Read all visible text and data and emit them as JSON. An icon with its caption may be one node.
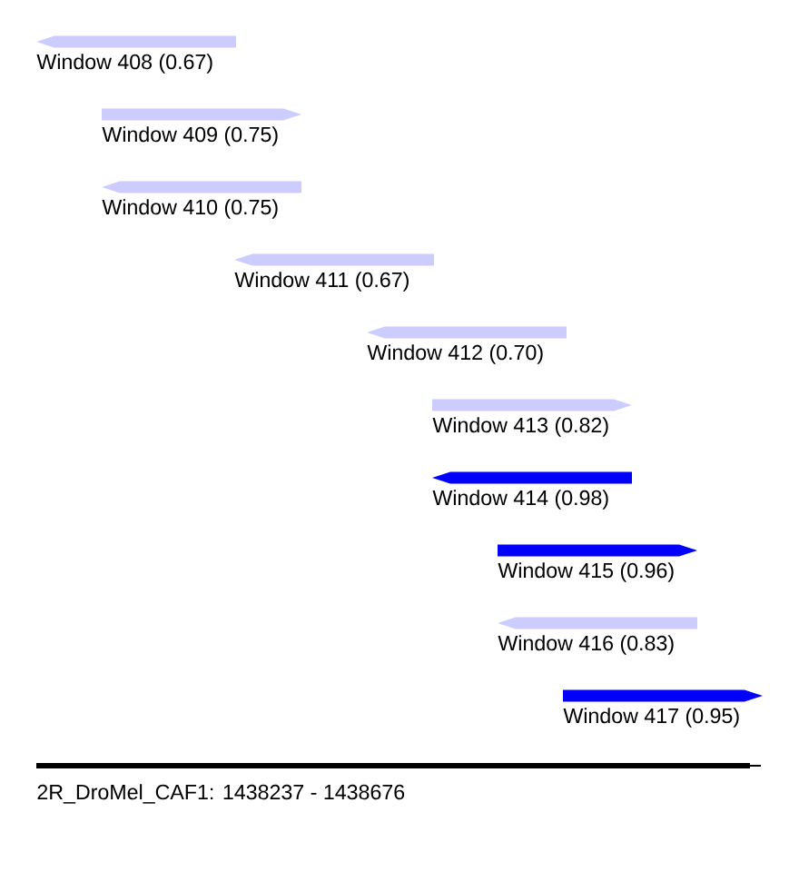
{
  "diagram": {
    "nodes": [
      {
        "text": [
          "Window 408 (0.67)"
        ]
      },
      {
        "text": [
          "Window 409 (0.75)"
        ]
      },
      {
        "text": [
          "Window 410 (0.75)"
        ]
      },
      {
        "text": [
          "Window 411 (0.67)"
        ]
      },
      {
        "text": [
          "Window 412 (0.70)"
        ]
      },
      {
        "text": [
          "Window 413 (0.82)"
        ]
      },
      {
        "text": [
          "Window 414 (0.98)"
        ]
      },
      {
        "text": [
          "Window 415 (0.96)"
        ]
      },
      {
        "text": [
          "Window 416 (0.83)"
        ]
      },
      {
        "text": [
          "Window 417 (0.95)"
        ]
      }
    ],
    "labels": [
      "2R_DroMel_CAF1: 1438237 - 1438676"
    ]
  }
}
